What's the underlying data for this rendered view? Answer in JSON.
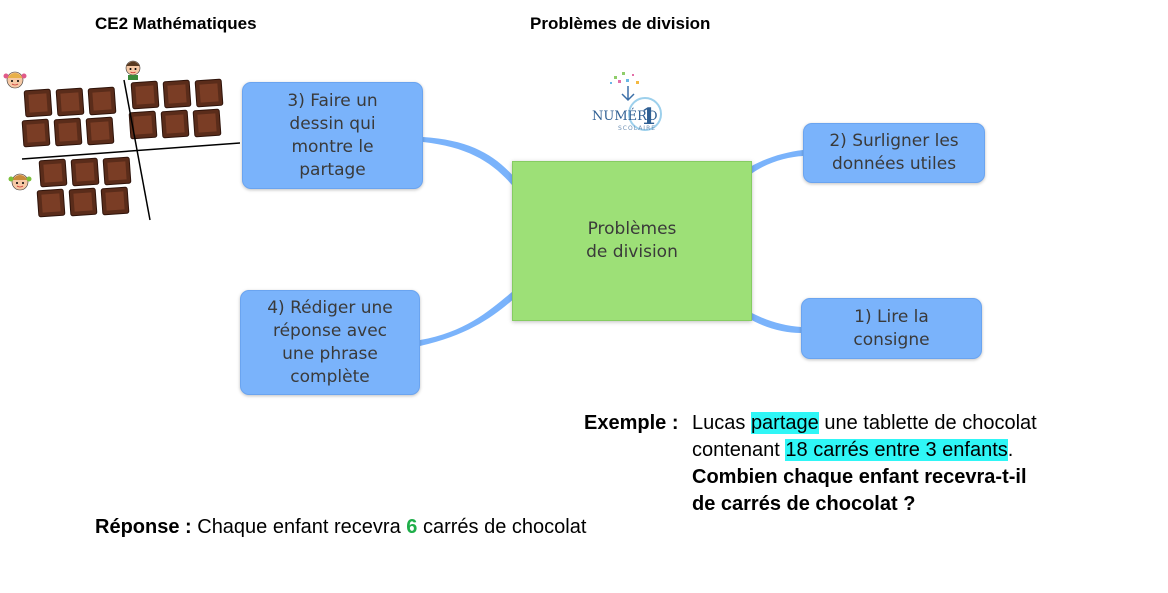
{
  "header": {
    "left": "CE2 Mathématiques",
    "center": "Problèmes de division"
  },
  "logo": {
    "text_main": "NUMÉRO",
    "text_number": "1",
    "text_sub": "SCOLAIRE"
  },
  "mindmap": {
    "central": [
      "Problèmes",
      "de division"
    ],
    "nodes": {
      "step3": [
        "3) Faire un",
        "dessin qui",
        "montre le",
        "partage"
      ],
      "step4": [
        "4) Rédiger une",
        "réponse avec",
        "une phrase",
        "complète"
      ],
      "step2": [
        "2) Surligner les",
        "données utiles"
      ],
      "step1": [
        "1) Lire la",
        "consigne"
      ]
    }
  },
  "example": {
    "label": "Exemple :",
    "line1_pre": "Lucas ",
    "line1_hl": "partage",
    "line1_post": " une tablette de chocolat",
    "line2_pre": "contenant ",
    "line2_hl": "18 carrés entre 3 enfants",
    "line2_post": ".",
    "question_line1": "Combien chaque enfant recevra-t-il",
    "question_line2": "de carrés de chocolat ?"
  },
  "answer": {
    "label": "Réponse :",
    "pre": " Chaque enfant recevra ",
    "number": "6",
    "post": " carrés de chocolat"
  },
  "colors": {
    "node_blue": "#7ab3fb",
    "central_green": "#9de077",
    "highlight": "#2ff6f6",
    "answer_number": "#1fae4a",
    "chocolate": "#5a2c1a"
  },
  "illustration": {
    "children": 3,
    "chocolate_squares_per_child": 6
  }
}
